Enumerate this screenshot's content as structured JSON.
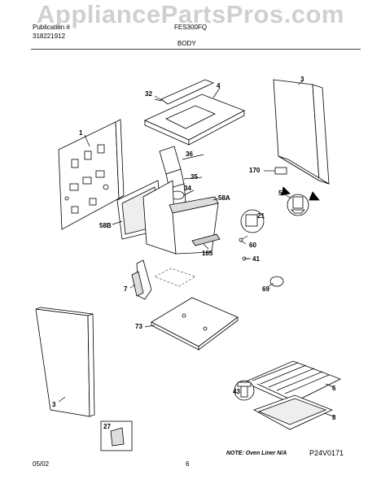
{
  "watermark": "AppliancePartsPros.com",
  "header": {
    "left_line1": "Publication #",
    "left_line2": "318221912",
    "model": "FES300FQ",
    "section": "BODY"
  },
  "footer": {
    "date": "05/02",
    "page": "6"
  },
  "note": "NOTE: Oven Liner N/A",
  "diagram_code": "P24V0171",
  "callouts": [
    "1",
    "3",
    "3",
    "4",
    "5",
    "6",
    "7",
    "8",
    "21",
    "27",
    "32",
    "34",
    "35",
    "36",
    "41",
    "43",
    "58A",
    "58B",
    "60",
    "69",
    "73",
    "170",
    "185"
  ]
}
